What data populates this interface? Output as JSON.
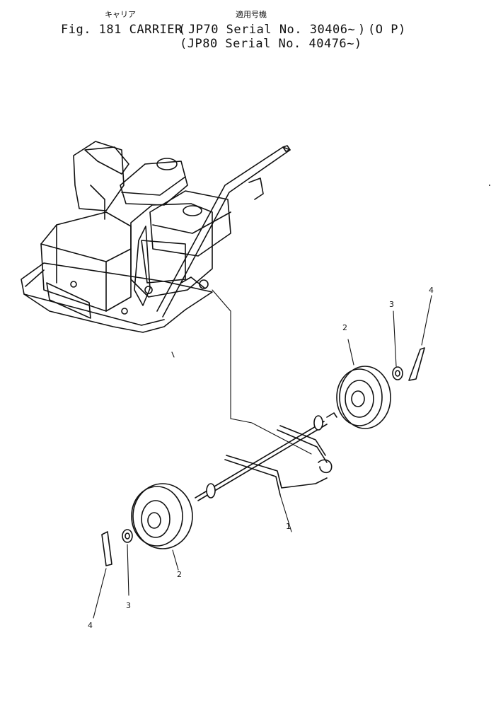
{
  "header": {
    "jp_title": "キャリア",
    "jp_applicable": "適用号機",
    "figure_label": "Fig. 181 CARRIER",
    "open_paren_1": "(",
    "serial_line_1": "JP70 Serial No. 30406~",
    "close_paren_1": ")",
    "option": "(O P)",
    "serial_line_2": "(JP80 Serial No. 40476~)"
  },
  "callouts": {
    "axle": "1",
    "wheel_right": "2",
    "washer_right": "3",
    "pin_right": "4",
    "wheel_left": "2",
    "washer_left": "3",
    "pin_left": "4"
  }
}
